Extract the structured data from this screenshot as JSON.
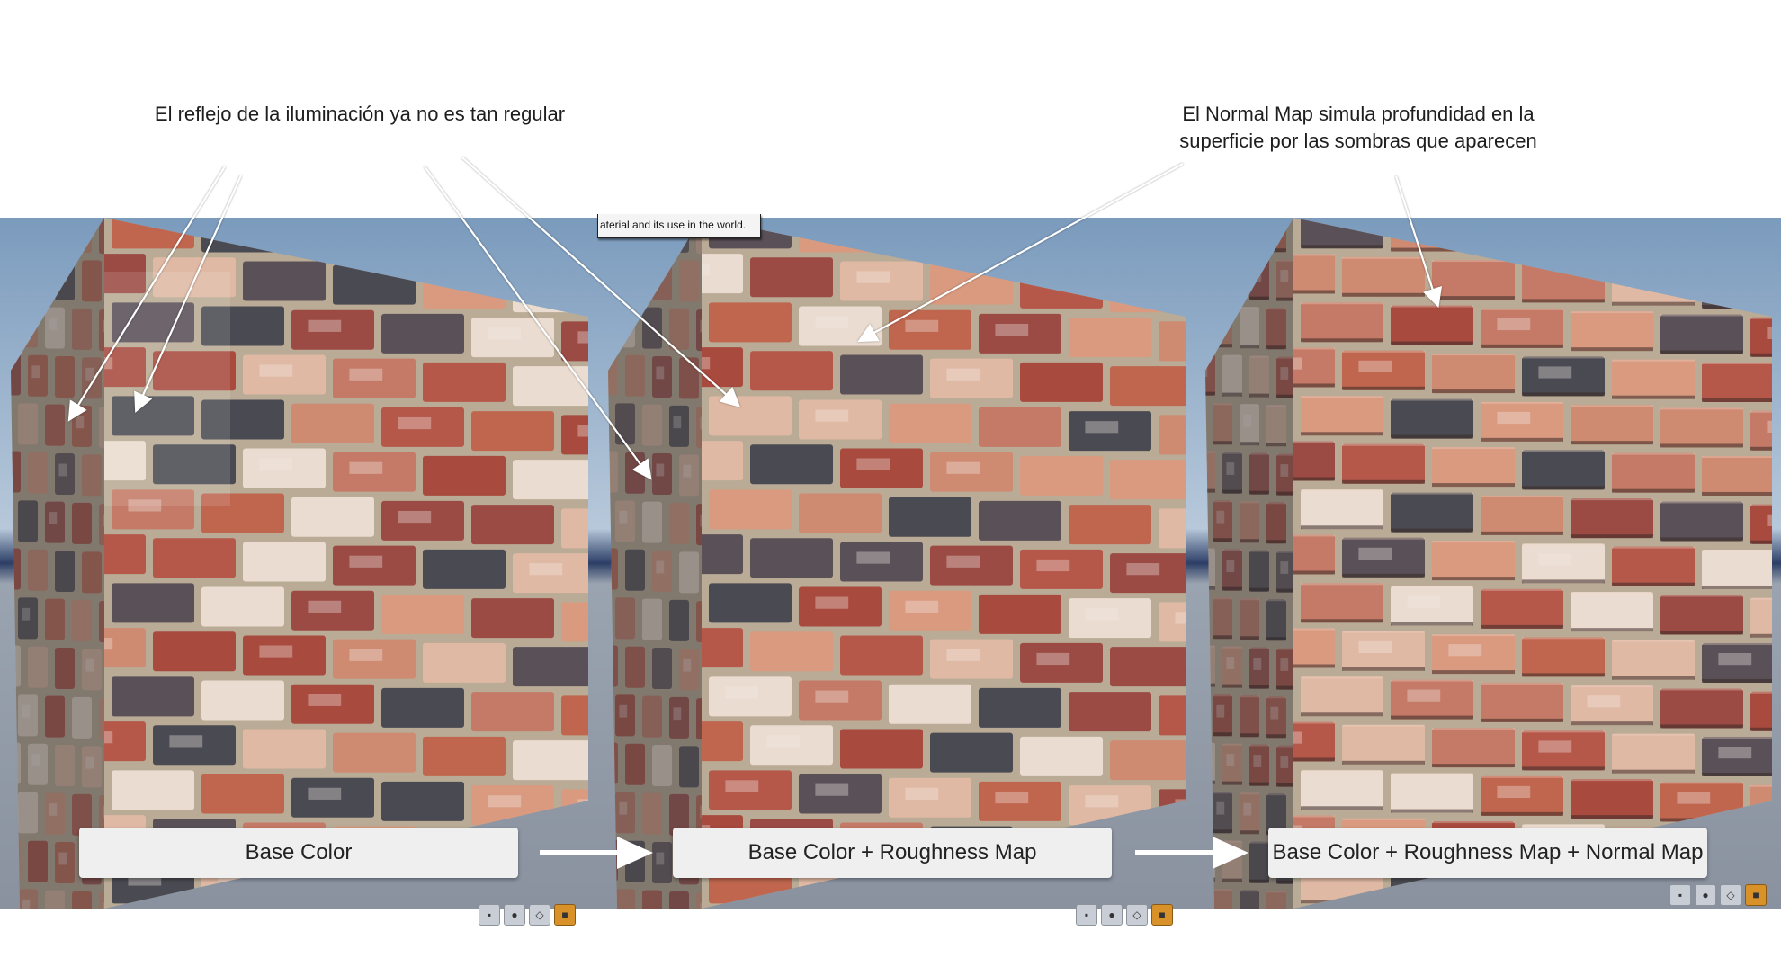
{
  "annotations": {
    "left": "El reflejo de la iluminación ya no es tan regular",
    "right": "El Normal Map simula profundidad en la\nsuperficie por las sombras que aparecen"
  },
  "panels": [
    {
      "label": "Base Color"
    },
    {
      "label": "Base Color + Roughness Map"
    },
    {
      "label": "Base Color + Roughness Map + Normal Map"
    }
  ],
  "tooltip": "aterial and its use in the world.",
  "colors": {
    "sky": "#8ea6c2",
    "ground": "#9aa3b0",
    "brick": "#b5584a",
    "mortar": "#b9ab95",
    "dark_brick": "#4a4a52",
    "label_bg": "#efefef",
    "viewport_active_icon": "#d9922a"
  },
  "viewport_icons": [
    "perspective-icon",
    "lit-icon",
    "show-icon",
    "camera-speed-icon"
  ]
}
